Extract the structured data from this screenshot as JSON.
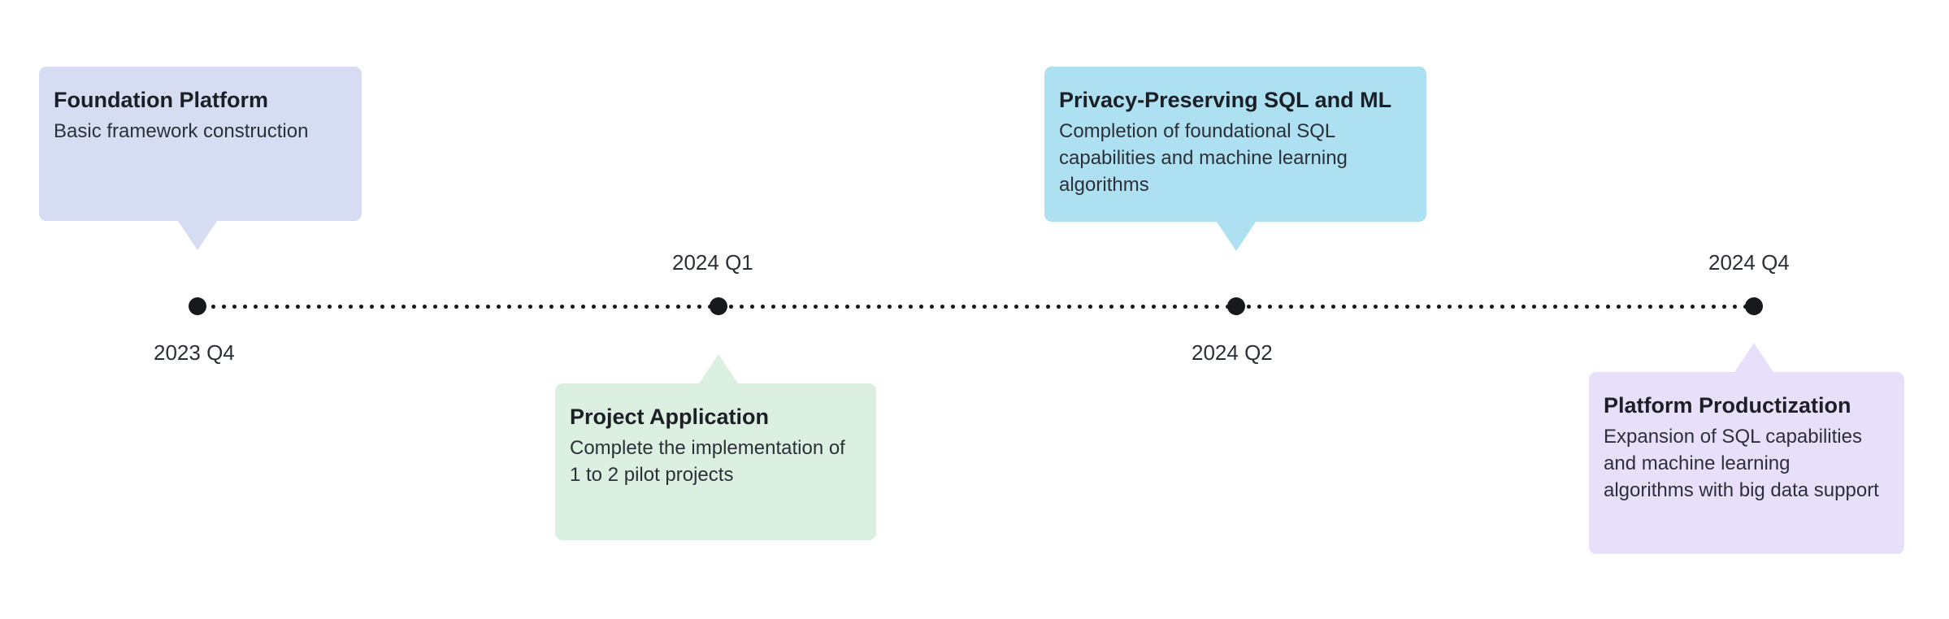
{
  "diagram": {
    "type": "timeline",
    "orientation": "horizontal",
    "axis_style": "dotted",
    "background_color": "#ffffff",
    "axis_color": "#18191c",
    "milestone_dot_color": "#18191c"
  },
  "chart_data": {
    "type": "timeline",
    "title": "",
    "categories": [
      "2023 Q4",
      "2024 Q1",
      "2024 Q2",
      "2024 Q4"
    ],
    "milestones": [
      {
        "tick_label": "2023 Q4",
        "tick_position": "below",
        "card_position": "above",
        "title": "Foundation Platform",
        "description": "Basic framework construction",
        "color": "#d6dcf2"
      },
      {
        "tick_label": "2024 Q1",
        "tick_position": "above",
        "card_position": "below",
        "title": "Project Application",
        "description": "Complete the implementation of 1 to 2 pilot projects",
        "color": "#dcf0e2"
      },
      {
        "tick_label": "2024 Q2",
        "tick_position": "below",
        "card_position": "above",
        "title": "Privacy-Preserving SQL and ML",
        "description": "Completion of foundational SQL capabilities and machine learning algorithms",
        "color": "#ade0f0"
      },
      {
        "tick_label": "2024 Q4",
        "tick_position": "above",
        "card_position": "below",
        "title": "Platform Productization",
        "description": "Expansion of SQL capabilities and machine learning algorithms with big data support",
        "color": "#e8e0fa"
      }
    ]
  }
}
